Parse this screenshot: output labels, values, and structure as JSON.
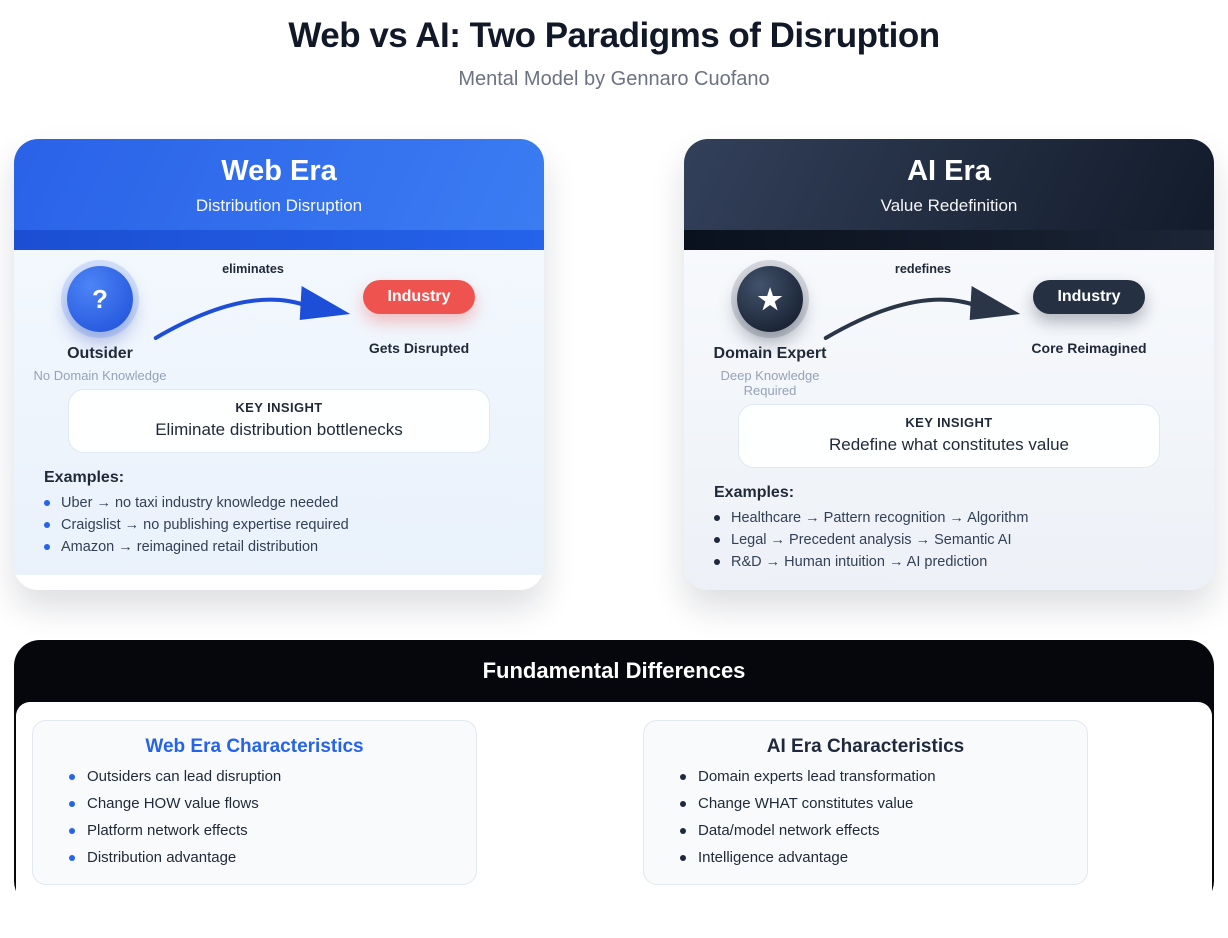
{
  "page": {
    "title": "Web vs AI: Two Paradigms of Disruption",
    "subtitle": "Mental Model by Gennaro Cuofano"
  },
  "web_card": {
    "title": "Web Era",
    "subtitle": "Distribution Disruption",
    "arrow_label": "eliminates",
    "actor_icon": "?",
    "actor_label": "Outsider",
    "actor_sublabel": "No Domain Knowledge",
    "target_label": "Industry",
    "target_sublabel": "Gets Disrupted",
    "insight_label": "KEY INSIGHT",
    "insight_text": "Eliminate distribution bottlenecks",
    "examples_label": "Examples:",
    "examples": [
      "Uber → no taxi industry knowledge needed",
      "Craigslist → no publishing expertise required",
      "Amazon → reimagined retail distribution"
    ]
  },
  "ai_card": {
    "title": "AI Era",
    "subtitle": "Value Redefinition",
    "arrow_label": "redefines",
    "actor_icon": "★",
    "actor_label": "Domain Expert",
    "actor_sublabel": "Deep Knowledge Required",
    "target_label": "Industry",
    "target_sublabel": "Core Reimagined",
    "insight_label": "KEY INSIGHT",
    "insight_text": "Redefine what constitutes value",
    "examples_label": "Examples:",
    "examples": [
      "Healthcare → Pattern recognition → Algorithm",
      "Legal → Precedent analysis → Semantic AI",
      "R&D → Human intuition → AI prediction"
    ]
  },
  "differences": {
    "title": "Fundamental Differences",
    "web": {
      "title": "Web Era Characteristics",
      "items": [
        "Outsiders can lead disruption",
        "Change HOW value flows",
        "Platform network effects",
        "Distribution advantage"
      ]
    },
    "ai": {
      "title": "AI Era Characteristics",
      "items": [
        "Domain experts lead transformation",
        "Change WHAT constitutes value",
        "Data/model network effects",
        "Intelligence advantage"
      ]
    }
  },
  "colors": {
    "web_accent": "#2563eb",
    "web_header_gradient": "#2a62e8",
    "web_industry_pill": "#ef5350",
    "ai_accent": "#1e293b",
    "ai_header_gradient": "#121b2a",
    "section_header_bg": "#05070c"
  }
}
